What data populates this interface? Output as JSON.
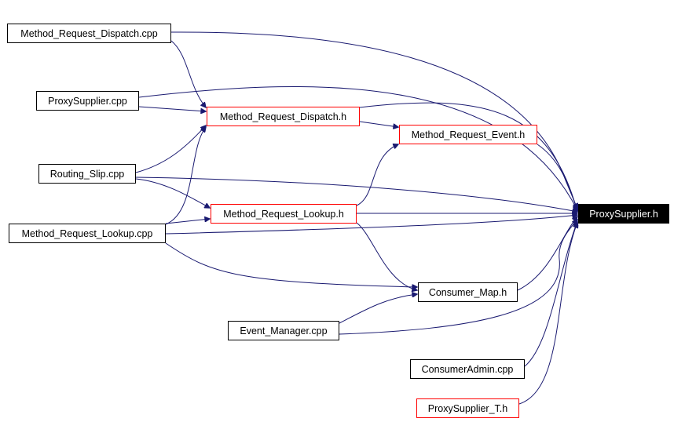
{
  "diagram": {
    "colors": {
      "edge": "#191970",
      "node_border": "#000000",
      "node_border_highlight": "#ff0000",
      "root_fill": "#000000",
      "root_text": "#ffffff"
    },
    "nodes": {
      "mrd_cpp": "Method_Request_Dispatch.cpp",
      "ps_cpp": "ProxySupplier.cpp",
      "rs_cpp": "Routing_Slip.cpp",
      "mrl_cpp": "Method_Request_Lookup.cpp",
      "mrd_h": "Method_Request_Dispatch.h",
      "mre_h": "Method_Request_Event.h",
      "mrl_h": "Method_Request_Lookup.h",
      "ps_h": "ProxySupplier.h",
      "cm_h": "Consumer_Map.h",
      "em_cpp": "Event_Manager.cpp",
      "ca_cpp": "ConsumerAdmin.cpp",
      "pst_h": "ProxySupplier_T.h"
    },
    "edges": [
      {
        "from": "mrd_cpp",
        "to": "ps_h"
      },
      {
        "from": "mrd_cpp",
        "to": "mrd_h"
      },
      {
        "from": "ps_cpp",
        "to": "ps_h"
      },
      {
        "from": "ps_cpp",
        "to": "mrd_h"
      },
      {
        "from": "mrd_h",
        "to": "ps_h"
      },
      {
        "from": "mrd_h",
        "to": "mre_h"
      },
      {
        "from": "rs_cpp",
        "to": "mrd_h"
      },
      {
        "from": "rs_cpp",
        "to": "ps_h"
      },
      {
        "from": "rs_cpp",
        "to": "mrl_h"
      },
      {
        "from": "mre_h",
        "to": "ps_h"
      },
      {
        "from": "mrl_h",
        "to": "mre_h"
      },
      {
        "from": "mrl_h",
        "to": "ps_h"
      },
      {
        "from": "mrl_h",
        "to": "cm_h"
      },
      {
        "from": "mrl_cpp",
        "to": "mrd_h"
      },
      {
        "from": "mrl_cpp",
        "to": "mrl_h"
      },
      {
        "from": "mrl_cpp",
        "to": "ps_h"
      },
      {
        "from": "mrl_cpp",
        "to": "cm_h"
      },
      {
        "from": "cm_h",
        "to": "ps_h"
      },
      {
        "from": "em_cpp",
        "to": "cm_h"
      },
      {
        "from": "em_cpp",
        "to": "ps_h"
      },
      {
        "from": "ca_cpp",
        "to": "ps_h"
      },
      {
        "from": "pst_h",
        "to": "ps_h"
      }
    ]
  }
}
